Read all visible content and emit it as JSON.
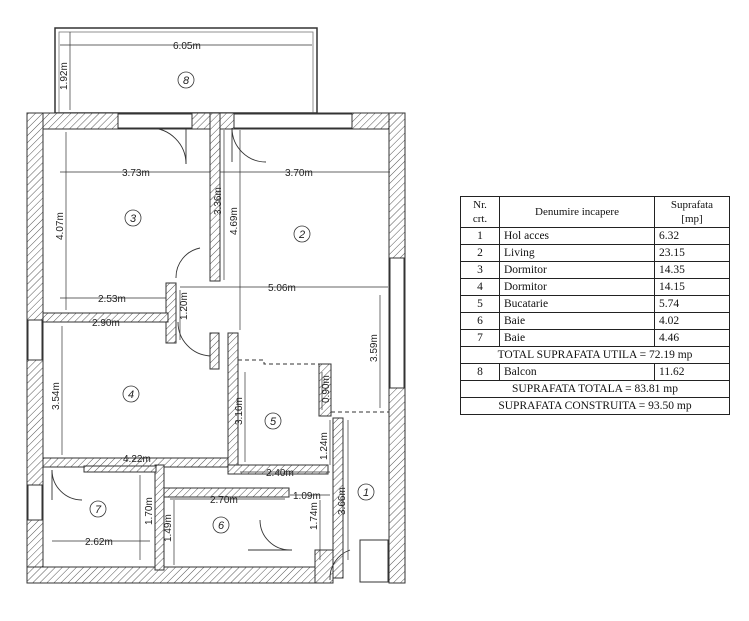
{
  "plan": {
    "rooms": [
      {
        "id": "room-1",
        "label": "1"
      },
      {
        "id": "room-2",
        "label": "2"
      },
      {
        "id": "room-3",
        "label": "3"
      },
      {
        "id": "room-4",
        "label": "4"
      },
      {
        "id": "room-5",
        "label": "5"
      },
      {
        "id": "room-6",
        "label": "6"
      },
      {
        "id": "room-7",
        "label": "7"
      },
      {
        "id": "room-8",
        "label": "8"
      }
    ],
    "dimensions": {
      "balcony_width": "6.05m",
      "balcony_depth": "1.92m",
      "room3_width": "3.73m",
      "room2_width": "3.70m",
      "room3_height": "4.07m",
      "closet_height": "3.36m",
      "room2_height": "4.69m",
      "hall_left": "2.53m",
      "hall_width": "5.06m",
      "hall_post": "1.20m",
      "room4_top": "2.90m",
      "hall_height": "3.59m",
      "room4_height": "3.54m",
      "kitchen_height": "3.16m",
      "kitchen_niche": "0.90m",
      "room4_width": "4.22m",
      "kitchen_width": "2.40m",
      "kitchen_step": "1.24m",
      "bath6_width": "2.70m",
      "bath6_step": "1.09m",
      "entry_height": "3.66m",
      "bath7_height": "1.70m",
      "bath6_height": "1.49m",
      "bath6_door": "1.74m",
      "bath7_width": "2.62m"
    }
  },
  "table": {
    "header": {
      "nr": "Nr. crt.",
      "name": "Denumire incapere",
      "area": "Suprafata [mp]"
    },
    "rows": [
      {
        "nr": "1",
        "name": "Hol acces",
        "area": "6.32"
      },
      {
        "nr": "2",
        "name": "Living",
        "area": "23.15"
      },
      {
        "nr": "3",
        "name": "Dormitor",
        "area": "14.35"
      },
      {
        "nr": "4",
        "name": "Dormitor",
        "area": "14.15"
      },
      {
        "nr": "5",
        "name": "Bucatarie",
        "area": "5.74"
      },
      {
        "nr": "6",
        "name": "Baie",
        "area": "4.02"
      },
      {
        "nr": "7",
        "name": "Baie",
        "area": "4.46"
      }
    ],
    "total_util": "TOTAL SUPRAFATA UTILA = 72.19 mp",
    "balcon": {
      "nr": "8",
      "name": "Balcon",
      "area": "11.62"
    },
    "total": "SUPRAFATA TOTALA = 83.81 mp",
    "constructed": "SUPRAFATA CONSTRUITA = 93.50 mp"
  }
}
